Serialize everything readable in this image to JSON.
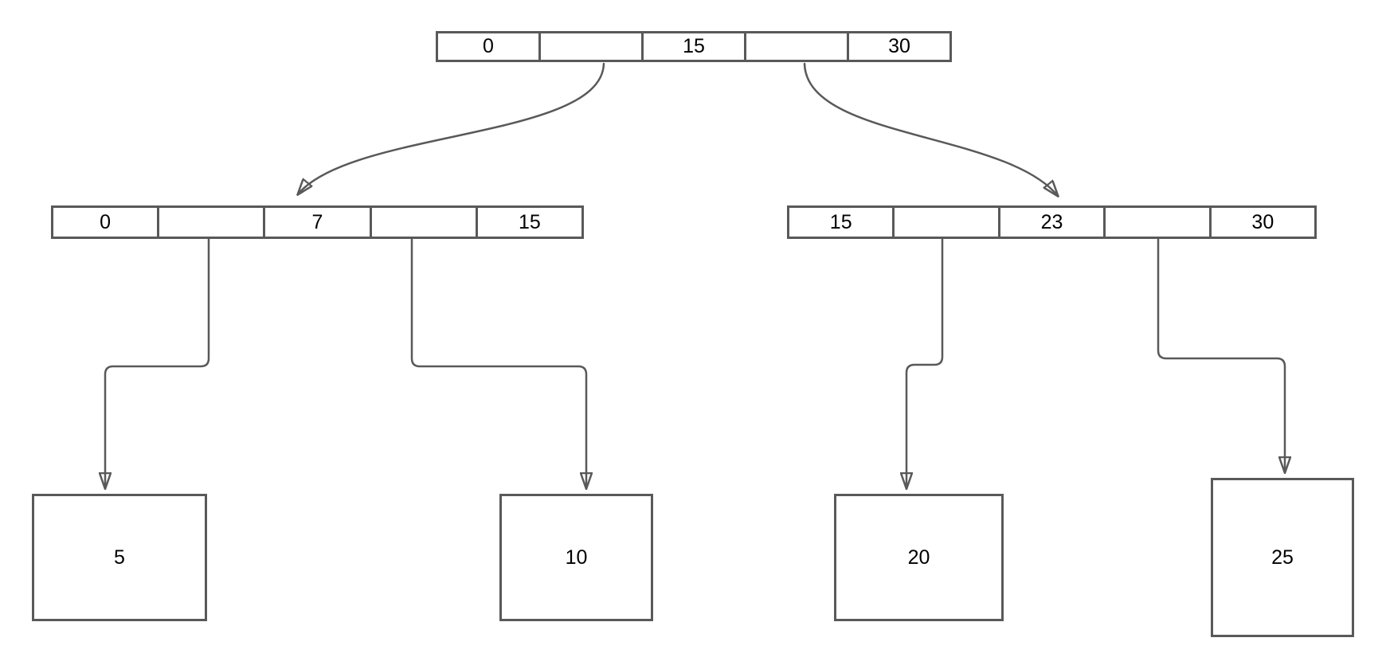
{
  "diagram": {
    "type": "b-tree",
    "root": {
      "cells": [
        "0",
        "",
        "15",
        "",
        "30"
      ]
    },
    "left_child": {
      "cells": [
        "0",
        "",
        "7",
        "",
        "15"
      ]
    },
    "right_child": {
      "cells": [
        "15",
        "",
        "23",
        "",
        "30"
      ]
    },
    "leaves": {
      "leaf_5": "5",
      "leaf_10": "10",
      "leaf_20": "20",
      "leaf_25": "25"
    }
  },
  "colors": {
    "line": "#595959",
    "text": "#000000",
    "background": "#ffffff"
  }
}
